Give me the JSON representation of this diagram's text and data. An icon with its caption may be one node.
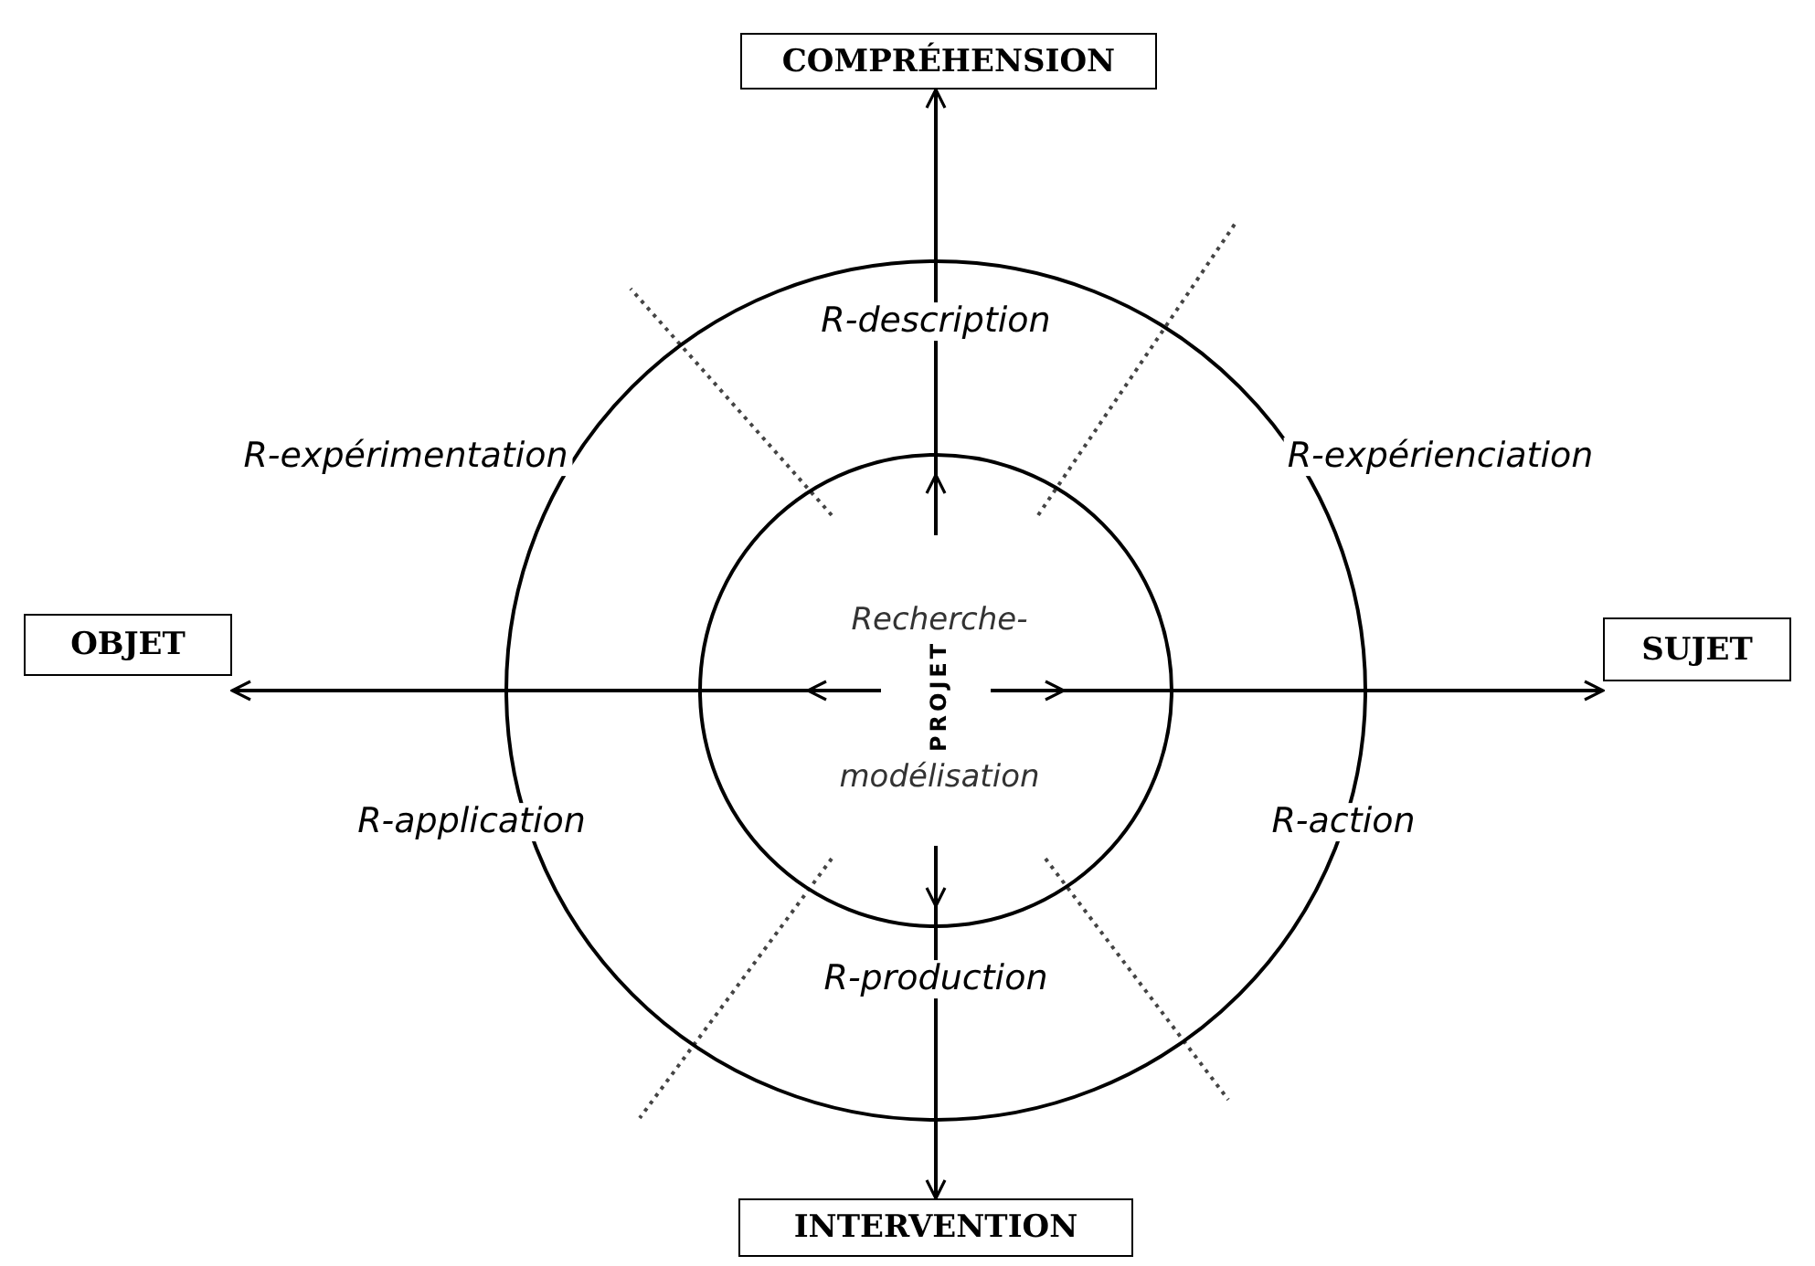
{
  "diagram": {
    "nodes": [
      {
        "text": [
          "COMPRÉHENSION"
        ]
      },
      {
        "text": [
          "OBJET"
        ]
      },
      {
        "text": [
          "SUJET"
        ]
      },
      {
        "text": [
          "INTERVENTION"
        ]
      },
      {
        "text": [
          "R-description",
          "R-expérimentation",
          "R-expérienciation",
          "R-application",
          "R-action",
          "R-production"
        ]
      },
      {
        "text": [
          "Recherche-",
          "PROJET",
          "modélisation"
        ],
        "in": 4
      }
    ],
    "edges": [
      {
        "from": 5,
        "to": 0,
        "arrow": "to"
      },
      {
        "from": 5,
        "to": 1,
        "arrow": "to"
      },
      {
        "from": 5,
        "to": 2,
        "arrow": "to"
      },
      {
        "from": 5,
        "to": 3,
        "arrow": "to"
      }
    ]
  }
}
